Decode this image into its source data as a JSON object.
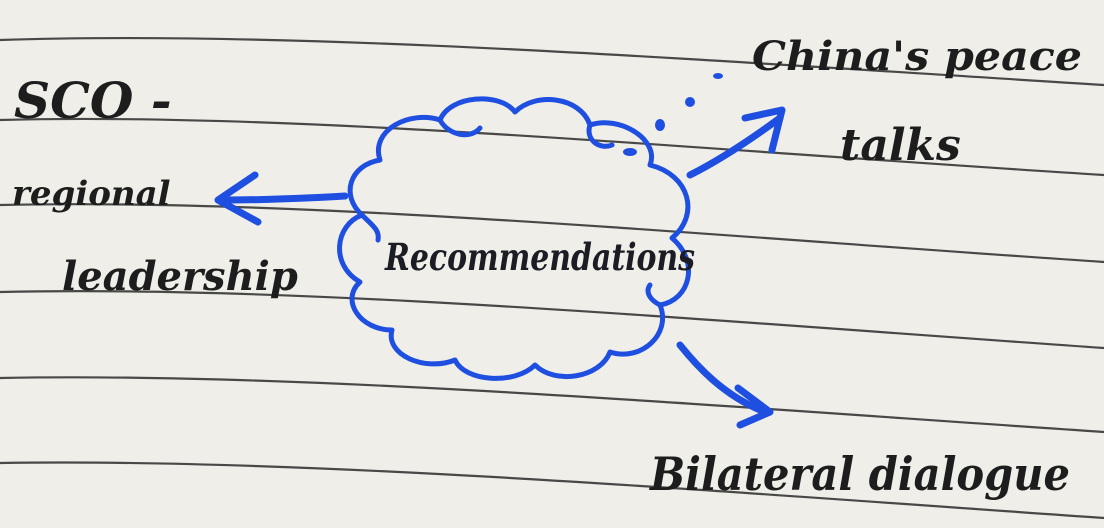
{
  "colors": {
    "paper": "#efeee8",
    "rule_line": "#2a2a2a",
    "accent_blue": "#1f4fe0",
    "ink_black": "#1d1d1d"
  },
  "diagram": {
    "center": {
      "label": "Recommendations"
    },
    "branches": {
      "left_title": "SCO -",
      "left_line1": "regional",
      "left_line2": "leadership",
      "top_right_line1": "China's peace",
      "top_right_line2": "talks",
      "bottom_right": "Bilateral dialogue"
    }
  }
}
